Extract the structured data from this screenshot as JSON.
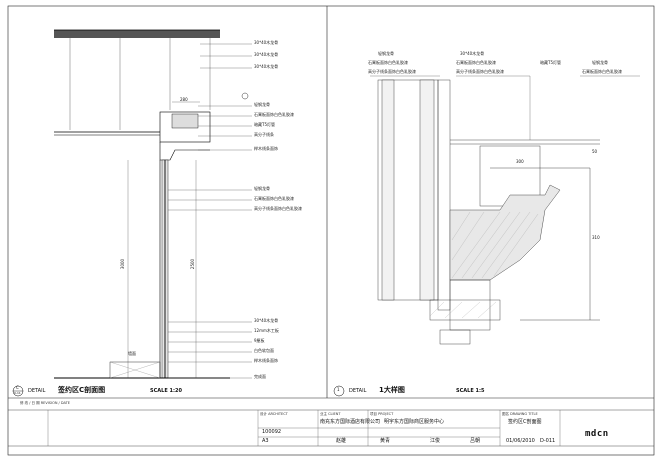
{
  "left_detail": {
    "circle_number": "C",
    "circle_sheet": "0-11",
    "label": "DETAIL",
    "title": "签约区C剖面图",
    "scale": "SCALE 1:20",
    "notes": [
      "30*40木龙骨",
      "30*40木龙骨",
      "30*40木龙骨",
      "轻钢龙骨",
      "石膏板面饰白色乳胶漆",
      "暗藏T5灯管",
      "高分子线条",
      "榉木线条面饰",
      "轻钢龙骨",
      "石膏板面饰白色乳胶漆",
      "高分子线条面饰白色乳胶漆",
      "30*40木龙骨",
      "12mm木工板",
      "9厘板",
      "白色软包面",
      "榉木线条面饰",
      "完成面"
    ],
    "dims": {
      "h1": "3000",
      "h2": "2500",
      "w1": "280"
    },
    "floor_label": "墙面"
  },
  "right_detail": {
    "circle_number": "1",
    "label": "DETAIL",
    "title": "1大样图",
    "scale": "SCALE 1:5",
    "notes_left": [
      "轻钢龙骨",
      "石膏板面饰白色乳胶漆",
      "高分子线条面饰白色乳胶漆"
    ],
    "notes_mid": [
      "30*40木龙骨",
      "石膏板面饰白色乳胶漆",
      "高分子线条面饰白色乳胶漆"
    ],
    "notes_right1": [
      "暗藏T5灯管"
    ],
    "notes_right2": [
      "轻钢龙骨",
      "石膏板面饰白色乳胶漆"
    ],
    "dims": {
      "w": "300",
      "h": "310",
      "s": "50"
    }
  },
  "title_block": {
    "revision_label": "修 改 / 日 期  REVISION / DATE",
    "architect_label": "设计 ARCHITECT",
    "client_label": "业主 CLIENT",
    "project_label": "项目 PROJECT",
    "drawing_title_label": "图名 DRAWING TITLE",
    "client": "南充东方国际酒店有限公司",
    "project": "明宇东方国际商区服务中心",
    "drawing_title": "签约区C剖面图",
    "drawing_no": "100092",
    "size": "A3",
    "designer": "赵雄",
    "drafter": "黄青",
    "checker": "江俊",
    "approver": "吕朝",
    "date": "01/06/2010",
    "sheet": "D-011",
    "logo": "mdcn"
  }
}
